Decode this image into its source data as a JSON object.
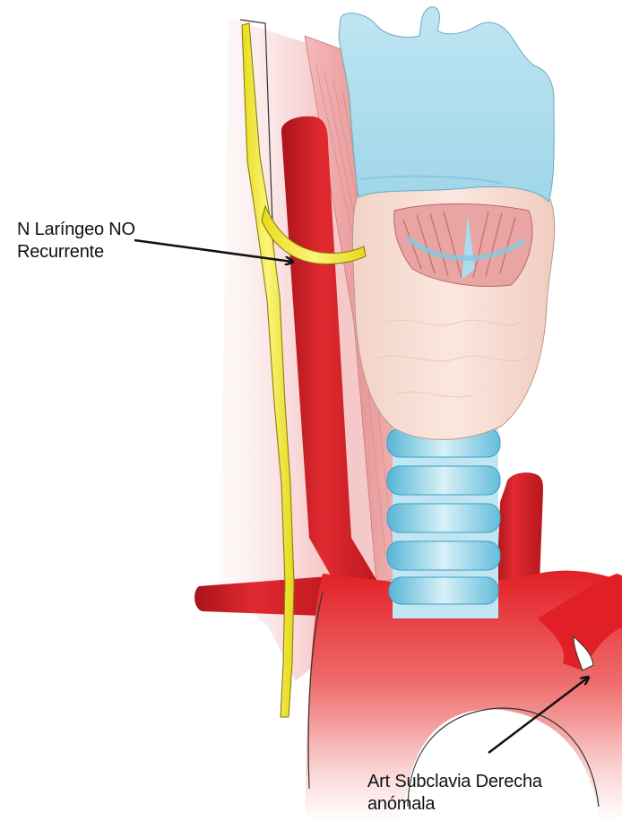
{
  "labels": {
    "nerve": {
      "line1": "N Laríngeo  NO",
      "line2": "Recurrente"
    },
    "artery": {
      "line1": "Art Subclavia  Derecha",
      "line2": "anómala"
    }
  },
  "colors": {
    "artery_red": "#d81f27",
    "nerve_yellow": "#f4ec3c",
    "cartilage_blue": "#a9dcec",
    "larynx_pink": "#f5d6cc",
    "muscle_pink": "#ecaaaa"
  }
}
